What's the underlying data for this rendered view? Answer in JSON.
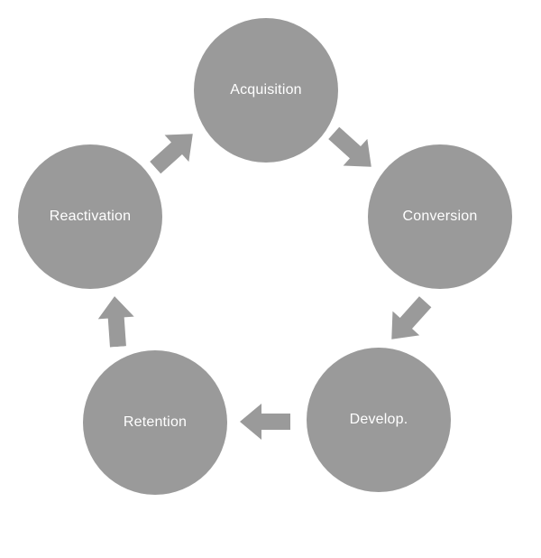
{
  "diagram": {
    "type": "cycle",
    "stages": [
      {
        "id": "acquisition",
        "label": "Acquisition"
      },
      {
        "id": "conversion",
        "label": "Conversion"
      },
      {
        "id": "develop",
        "label": "Develop."
      },
      {
        "id": "retention",
        "label": "Retention"
      },
      {
        "id": "reactivation",
        "label": "Reactivation"
      }
    ],
    "arrows": [
      {
        "from": "Acquisition",
        "to": "Conversion"
      },
      {
        "from": "Conversion",
        "to": "Develop."
      },
      {
        "from": "Develop.",
        "to": "Retention"
      },
      {
        "from": "Retention",
        "to": "Reactivation"
      },
      {
        "from": "Reactivation",
        "to": "Acquisition"
      }
    ],
    "colors": {
      "node_fill": "#9a9a9a",
      "node_text": "#ffffff",
      "arrow_fill": "#9a9a9a",
      "background": "#ffffff"
    }
  }
}
